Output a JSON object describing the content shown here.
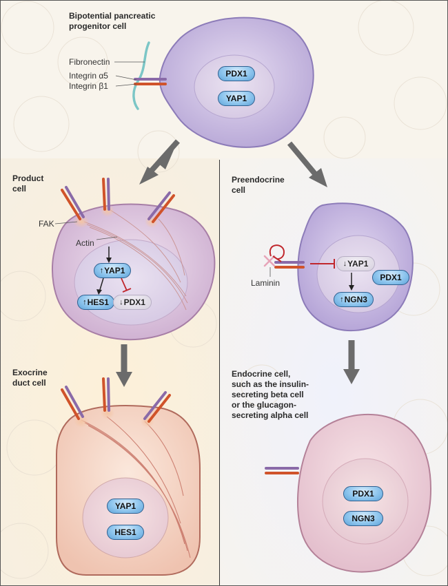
{
  "labels": {
    "progenitor_line1": "Bipotential pancreatic",
    "progenitor_line2": "progenitor cell",
    "fibronectin": "Fibronectin",
    "integrin_a5": "Integrin α5",
    "integrin_b1": "Integrin β1",
    "product_line1": "Product",
    "product_line2": "cell",
    "fak": "FAK",
    "actin": "Actin",
    "preendocrine_line1": "Preendocrine",
    "preendocrine_line2": "cell",
    "laminin": "Laminin",
    "exocrine_line1": "Exocrine",
    "exocrine_line2": "duct cell",
    "endocrine_line1": "Endocrine cell,",
    "endocrine_line2": "such as the insulin-",
    "endocrine_line3": "secreting beta cell",
    "endocrine_line4": "or the glucagon-",
    "endocrine_line5": "secreting alpha cell"
  },
  "markers": {
    "pdx1": "PDX1",
    "yap1": "YAP1",
    "hes1": "HES1",
    "ngn3": "NGN3",
    "up_arrow": "↑",
    "down_arrow": "↓"
  },
  "colors": {
    "progenitor_membrane": "#8c7bb8",
    "progenitor_fill": "#c9bde0",
    "product_membrane": "#a77ea6",
    "product_fill": "#dec9de",
    "exocrine_membrane": "#b06a5c",
    "exocrine_fill": "#f3d3c5",
    "endocrine_membrane": "#b48198",
    "endocrine_fill": "#edd5df",
    "marker_fill": "#8fc6ee",
    "marker_border": "#2f5f8f",
    "inhibition": "#c0262c",
    "big_arrow": "#6b6b6b",
    "integrin_alpha": "#8a6aa8",
    "integrin_beta": "#d0532a",
    "fibronectin": "#7cc6c6"
  }
}
